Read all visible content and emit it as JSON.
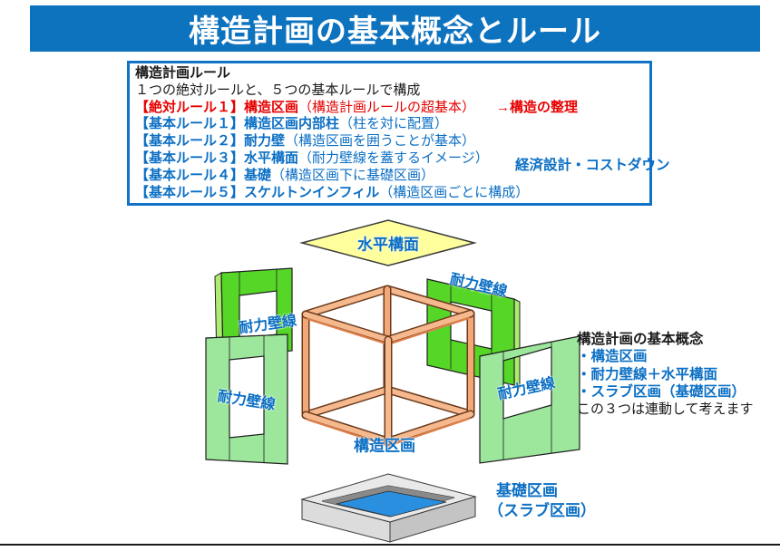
{
  "title": "構造計画の基本概念とルール",
  "rules_box": {
    "heading": "構造計画ルール",
    "subheading": "１つの絶対ルールと、５つの基本ルールで構成",
    "absolute_rule": {
      "label": "【絶対ルール１】構造区画",
      "note": "（構造計画ルールの超基本）",
      "arrow_note": "→構造の整理"
    },
    "basic_rules": [
      {
        "label": "【基本ルール１】構造区画内部柱",
        "note": "（柱を対に配置）"
      },
      {
        "label": "【基本ルール２】耐力壁",
        "note": "（構造区画を囲うことが基本）"
      },
      {
        "label": "【基本ルール３】水平構面",
        "note": "（耐力壁線を蓋するイメージ）"
      },
      {
        "label": "【基本ルール４】基礎",
        "note": "（構造区画下に基礎区画）"
      },
      {
        "label": "【基本ルール５】スケルトンインフィル",
        "note": "（構造区画ごとに構成）"
      }
    ],
    "bracket_label": "経済設計・コストダウン"
  },
  "diagram": {
    "horizontal_plane_label": "水平構面",
    "wall_labels": [
      "耐力壁線",
      "耐力壁線",
      "耐力壁線",
      "耐力壁線"
    ],
    "structure_zone_label": "構造区画",
    "foundation_label_line1": "基礎区画",
    "foundation_label_line2": "（スラブ区画）"
  },
  "concepts": {
    "heading": "構造計画の基本概念",
    "items": [
      "・構造区画",
      "・耐力壁線＋水平構面",
      "・スラブ区画（基礎区画）"
    ],
    "footer": "この３つは連動して考えます"
  },
  "colors": {
    "title_bar_blue": "#0E73BF",
    "box_border_blue": "#1173C8",
    "text_blue": "#0B6FC4",
    "text_red": "#E60000",
    "diamond_yellow": "#FFFF9E",
    "wall_green_bright": "#56D728",
    "wall_green_light": "#9CE79B",
    "frame_orange": "#F6B88D",
    "slab_blue": "#2B8FE0",
    "tray_gray": "#DCDCDC"
  }
}
